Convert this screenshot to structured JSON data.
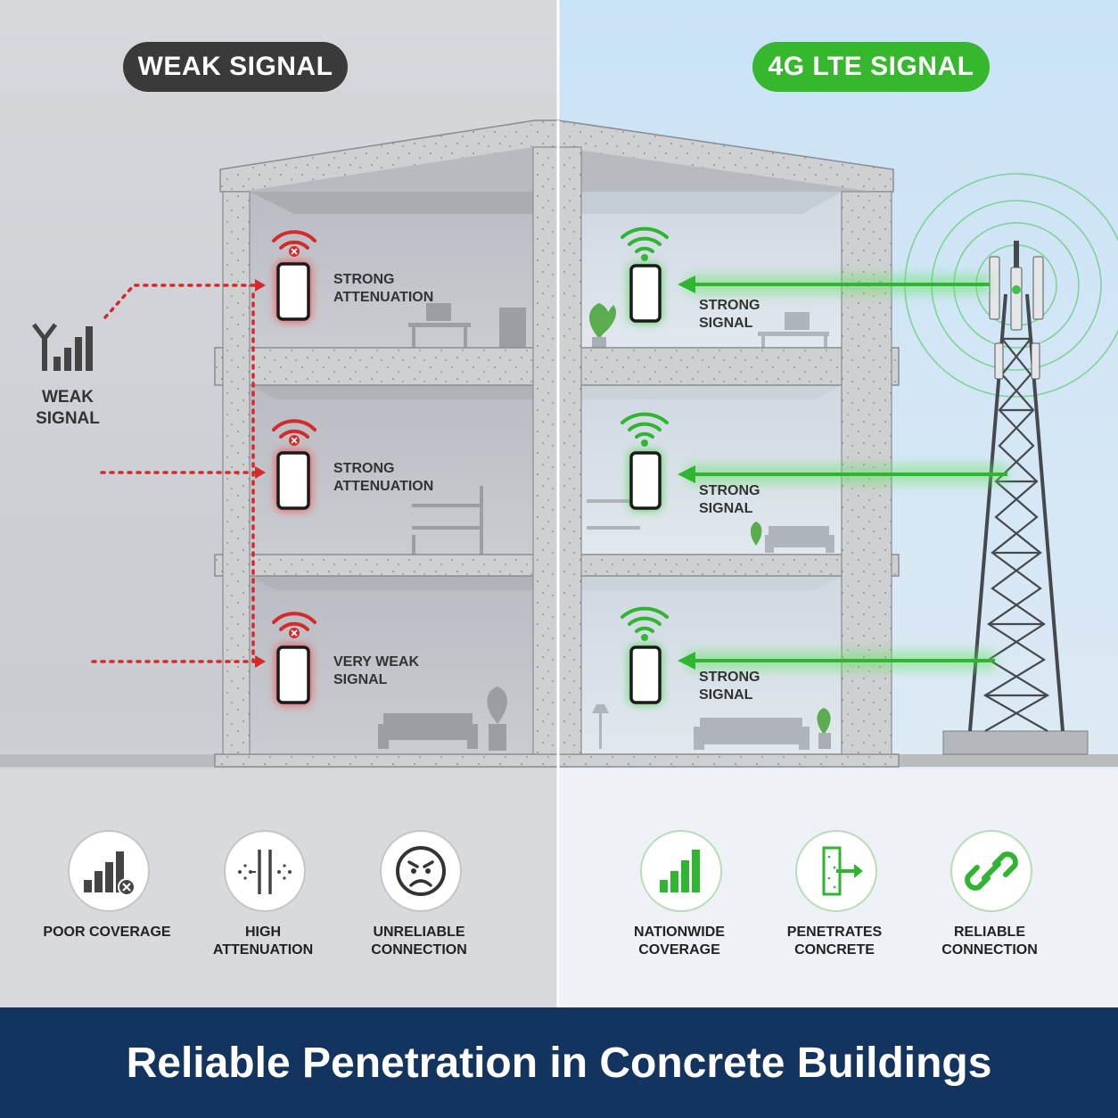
{
  "header": {
    "left_badge": "WEAK SIGNAL",
    "right_badge": "4G LTE SIGNAL"
  },
  "left_source": {
    "label": "WEAK\nSIGNAL"
  },
  "left_floors": [
    {
      "label": "STRONG\nATTENUATION"
    },
    {
      "label": "STRONG\nATTENUATION"
    },
    {
      "label": "VERY WEAK\nSIGNAL"
    }
  ],
  "right_floors": [
    {
      "label": "STRONG\nSIGNAL"
    },
    {
      "label": "STRONG\nSIGNAL"
    },
    {
      "label": "STRONG\nSIGNAL"
    }
  ],
  "left_features": [
    {
      "label": "POOR COVERAGE",
      "icon": "signal-bars-x-icon"
    },
    {
      "label": "HIGH\nATTENUATION",
      "icon": "barrier-icon"
    },
    {
      "label": "UNRELIABLE\nCONNECTION",
      "icon": "angry-face-icon"
    }
  ],
  "right_features": [
    {
      "label": "NATIONWIDE\nCOVERAGE",
      "icon": "signal-bars-icon"
    },
    {
      "label": "PENETRATES\nCONCRETE",
      "icon": "wall-arrow-icon"
    },
    {
      "label": "RELIABLE\nCONNECTION",
      "icon": "chain-link-icon"
    }
  ],
  "footer": {
    "title": "Reliable Penetration in Concrete Buildings"
  },
  "colors": {
    "weak": "#d42a2a",
    "strong": "#2fb52f",
    "footer": "#12345e",
    "badge_dark": "#3a3a3a",
    "badge_green": "#36b72e"
  }
}
